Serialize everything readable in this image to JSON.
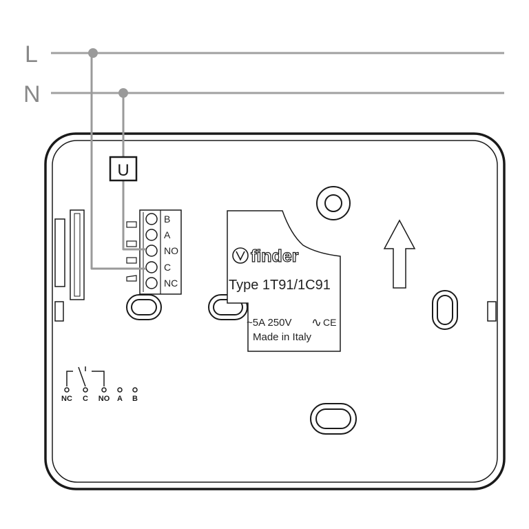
{
  "lines": {
    "line_label": "L",
    "neutral_label": "N"
  },
  "load": {
    "label": "U"
  },
  "terminals": [
    "B",
    "A",
    "NO",
    "C",
    "NC"
  ],
  "label_plate": {
    "brand": "finder",
    "type": "Type 1T91/1C91",
    "rating": "~5A 250V",
    "ac_symbol": "∿",
    "ce_mark": "CE",
    "origin": "Made in Italy"
  },
  "contact_symbol": {
    "pins": [
      "NC",
      "C",
      "NO",
      "A",
      "B"
    ]
  },
  "colors": {
    "outline": "#1a1a1a",
    "wire": "#9a9a9a",
    "text": "#222222"
  }
}
